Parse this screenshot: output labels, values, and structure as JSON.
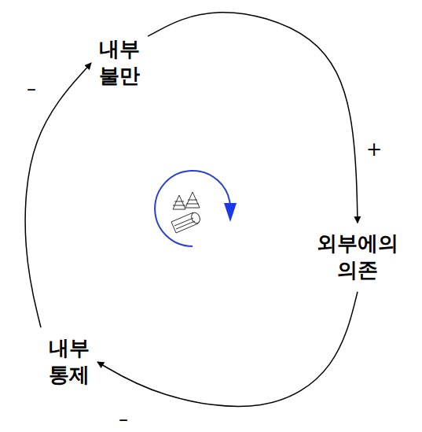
{
  "diagram": {
    "nodes": [
      {
        "text": [
          "내부 불만"
        ]
      },
      {
        "text": [
          "외부에의 의존"
        ]
      },
      {
        "text": [
          "내부 통제"
        ]
      }
    ],
    "edges": [
      {
        "from": 0,
        "to": 1,
        "arrow": "to",
        "label": "+"
      },
      {
        "from": 1,
        "to": 2,
        "arrow": "to",
        "label": "–"
      },
      {
        "from": 2,
        "to": 0,
        "arrow": "to",
        "label": "–"
      }
    ]
  }
}
